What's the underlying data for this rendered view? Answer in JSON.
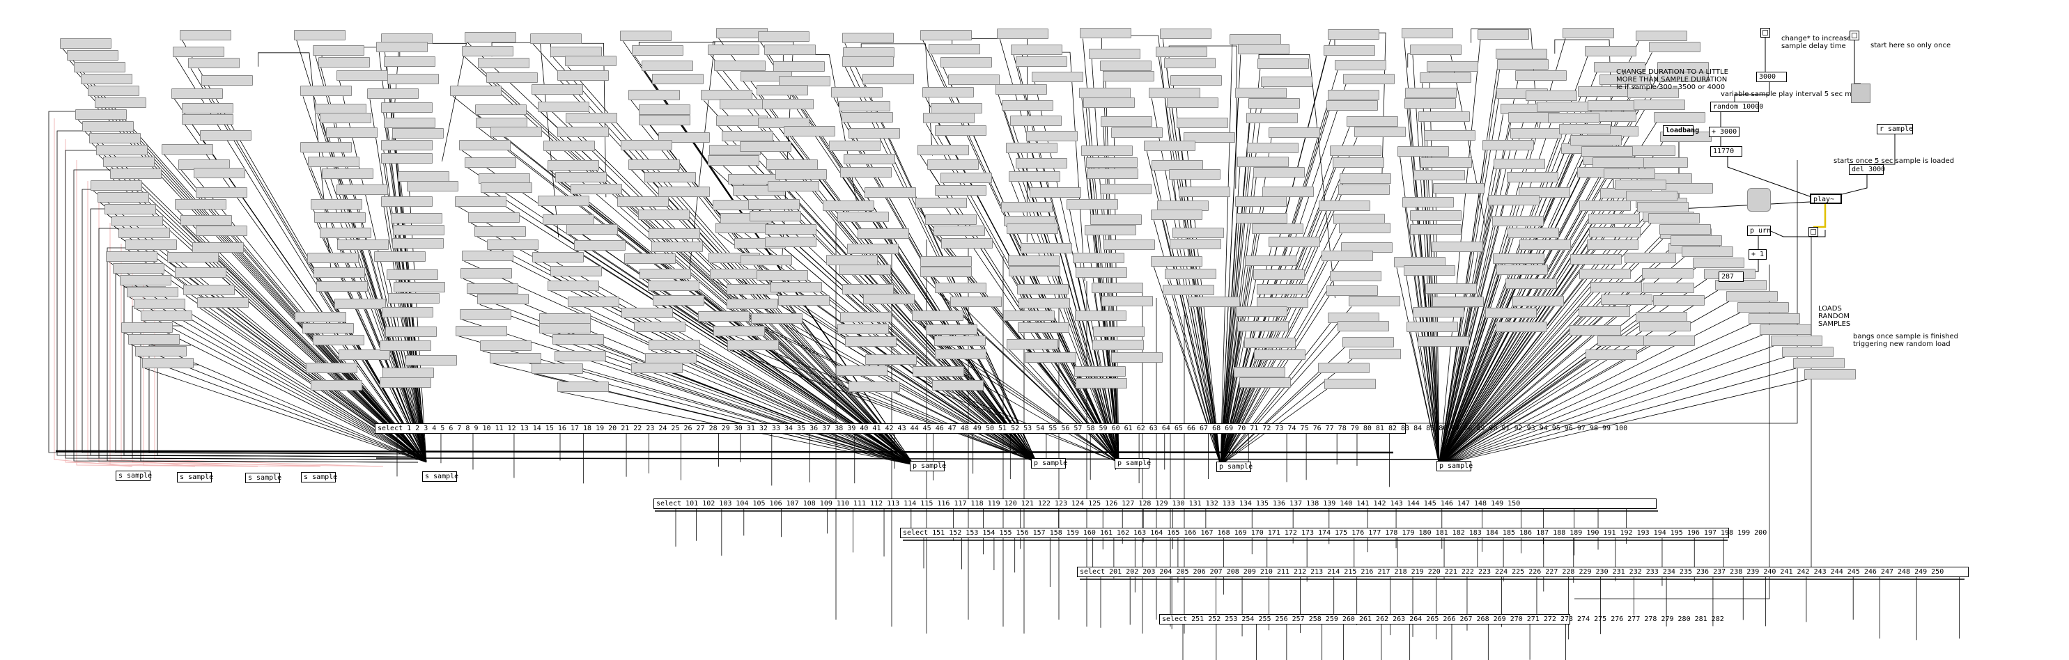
{
  "patch": {
    "notes": {
      "change_duration": "CHANGE DURATION TO A LITTLE\nMORE THAN SAMPLE DURATION\nie if sample 300=3500 or 4000",
      "change_hint": "change* to increase\nsample delay time",
      "start_hint": "start here so only once",
      "variable_interval": "variable sample play interval 5 sec min",
      "starts_once": "starts once 5 sec sample is loaded",
      "loads_random": "LOADS\nRANDOM\nSAMPLES",
      "bangs_once": "bangs once sample is finished\ntriggering new random load"
    },
    "controls": {
      "num_3000_top": "3000",
      "random": "random 10000",
      "plus_3000": "+ 3000",
      "num_11770": "11770",
      "loadbang": "loadbang",
      "r_sample": "r sample",
      "del_3000": "del 3000",
      "play": "play~",
      "p_urn": "p urn",
      "plus_1": "+ 1",
      "num_287": "287"
    },
    "send_objects": [
      "s sample",
      "s sample",
      "s sample",
      "s sample",
      "s sample"
    ],
    "hub_objects": [
      "p sample",
      "p sample",
      "p sample",
      "p sample",
      "p sample"
    ],
    "selects": [
      "select 1 2 3 4 5 6 7 8 9 10 11 12 13 14 15 16 17 18 19 20 21 22 23 24 25 26 27 28 29 30 31 32 33 34 35 36 37 38 39 40 41 42 43 44 45 46 47 48 49 50 51 52 53 54 55 56 57 58 59 60 61 62 63 64 65 66 67 68 69 70 71 72 73 74 75 76 77 78 79 80 81 82 83 84 85 86 87 88 89 90 91 92 93 94 95 96 97 98 99 100",
      "select 101 102 103 104 105 106 107 108 109 110 111 112 113 114 115 116 117 118 119 120 121 122 123 124 125 126 127 128 129 130 131 132 133 134 135 136 137 138 139 140 141 142 143 144 145 146 147 148 149 150",
      "select 151 152 153 154 155 156 157 158 159 160 161 162 163 164 165 166 167 168 169 170 171 172 173 174 175 176 177 178 179 180 181 182 183 184 185 186 187 188 189 190 191 192 193 194 195 196 197 198 199 200",
      "select 201 202 203 204 205 206 207 208 209 210 211 212 213 214 215 216 217 218 219 220 221 222 223 224 225 226 227 228 229 230 231 232 233 234 235 236 237 238 239 240 241 242 243 244 245 246 247 248 249 250",
      "select 251 252 253 254 255 256 257 258 259 260 261 262 263 264 265 266 267 268 269 270 271 272 273 274 275 276 277 278 279 280 281 282"
    ],
    "colors": {
      "message_fill": "#d6d6d6",
      "message_border": "#8a8a8a",
      "wire": "#000000",
      "signal_wire": "#f2b8b8",
      "dial_fill": "#cfcfcf",
      "toggle_highlight": "#e0c000"
    }
  }
}
